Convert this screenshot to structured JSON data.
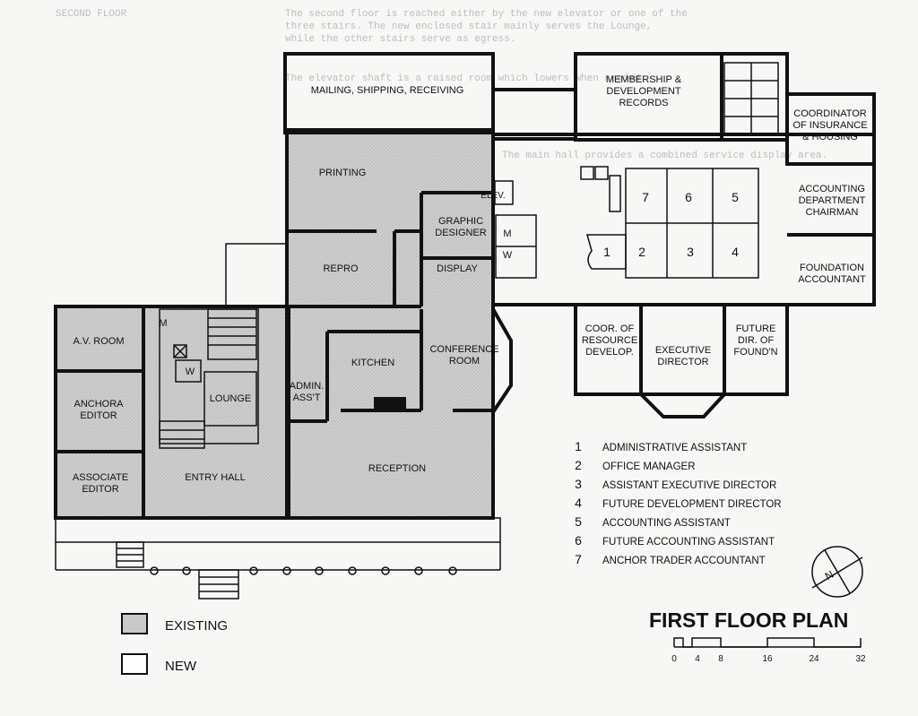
{
  "header_note": {
    "heading": "SECOND FLOOR",
    "lines": [
      "The second floor is reached either by the new elevator or one of the",
      "three stairs. The new enclosed stair mainly serves the Lounge,",
      "while the other stairs serve as egress.",
      "The elevator shaft is a raised room which lowers when needed.",
      "The main hall provides a combined service display area."
    ]
  },
  "plan": {
    "title": "FIRST FLOOR PLAN",
    "rooms": {
      "mailing": "MAILING, SHIPPING, RECEIVING",
      "membership": "MEMBERSHIP &\nDEVELOPMENT\nRECORDS",
      "coordinator_insurance": "COORDINATOR\nOF INSURANCE\n& HOUSING",
      "printing": "PRINTING",
      "elev": "ELEV.",
      "graphic": "GRAPHIC\nDESIGNER",
      "accounting_chair": "ACCOUNTING\nDEPARTMENT\nCHAIRMAN",
      "repro": "REPRO",
      "display": "DISPLAY",
      "foundation": "FOUNDATION\nACCOUNTANT",
      "av": "A.V. ROOM",
      "kitchen": "KITCHEN",
      "conference": "CONFERENCE\nROOM",
      "coor_resource": "COOR. OF\nRESOURCE\nDEVELOP.",
      "executive": "EXECUTIVE\nDIRECTOR",
      "future_dir": "FUTURE\nDIR. OF\nFOUND'N",
      "lounge": "LOUNGE",
      "admin": "ADMIN.\nASS'T",
      "anchora": "ANCHORA\nEDITOR",
      "associate": "ASSOCIATE\nEDITOR",
      "entry": "ENTRY HALL",
      "reception": "RECEPTION",
      "m1": "M",
      "w1": "W",
      "m2": "M",
      "w2": "W"
    },
    "workstations": [
      "7",
      "6",
      "5",
      "1",
      "2",
      "3",
      "4"
    ]
  },
  "legend": [
    {
      "num": "1",
      "label": "ADMINISTRATIVE ASSISTANT"
    },
    {
      "num": "2",
      "label": "OFFICE MANAGER"
    },
    {
      "num": "3",
      "label": "ASSISTANT EXECUTIVE DIRECTOR"
    },
    {
      "num": "4",
      "label": "FUTURE DEVELOPMENT DIRECTOR"
    },
    {
      "num": "5",
      "label": "ACCOUNTING ASSISTANT"
    },
    {
      "num": "6",
      "label": "FUTURE ACCOUNTING ASSISTANT"
    },
    {
      "num": "7",
      "label": "ANCHOR TRADER ACCOUNTANT"
    }
  ],
  "key": {
    "existing": "EXISTING",
    "new": "NEW",
    "existing_color": "#c9c9c9",
    "new_color": "#ffffff"
  },
  "scale": {
    "ticks": [
      "0",
      "4",
      "8",
      "16",
      "24",
      "32"
    ]
  },
  "north_marker": "N"
}
